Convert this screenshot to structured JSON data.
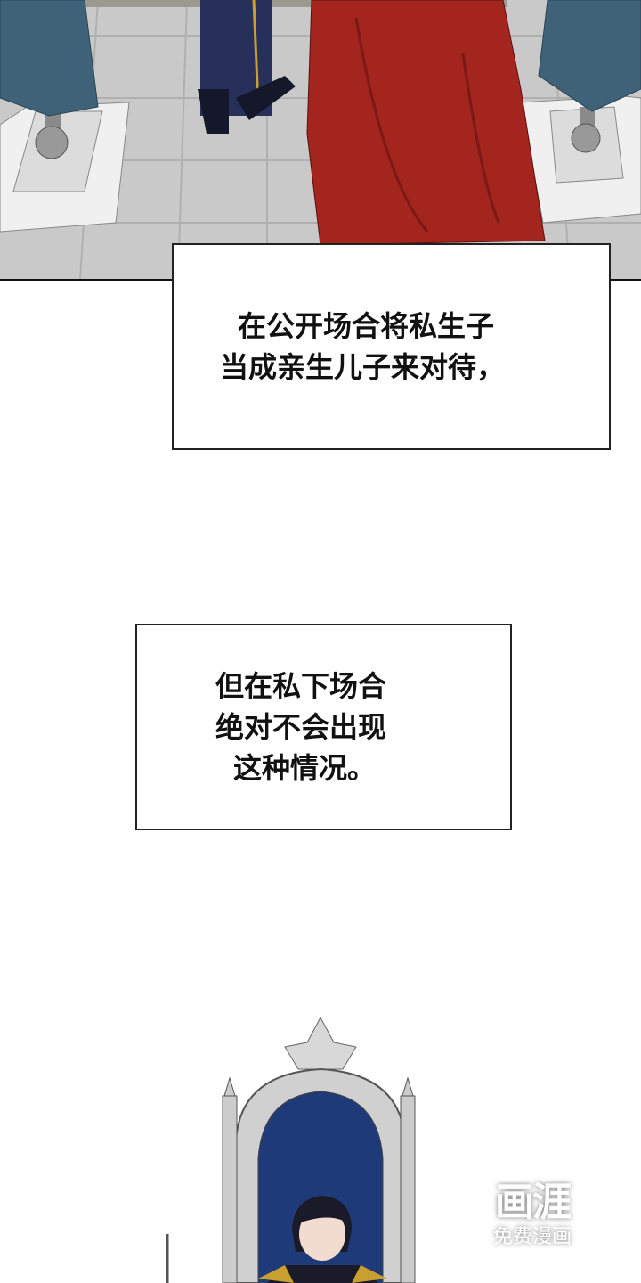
{
  "captions": [
    {
      "lines": [
        "在公开场合将私生子",
        "当成亲生儿子来对待，"
      ]
    },
    {
      "lines": [
        "但在私下场合",
        "绝对不会出现",
        "这种情况。"
      ]
    }
  ],
  "watermark": {
    "logo": "画涯",
    "subtitle": "免费漫画"
  },
  "colors": {
    "cape": "#a4241e",
    "banner": "#3f6278",
    "floor": "#c9c9c9",
    "throne_cushion": "#1f3a78"
  }
}
